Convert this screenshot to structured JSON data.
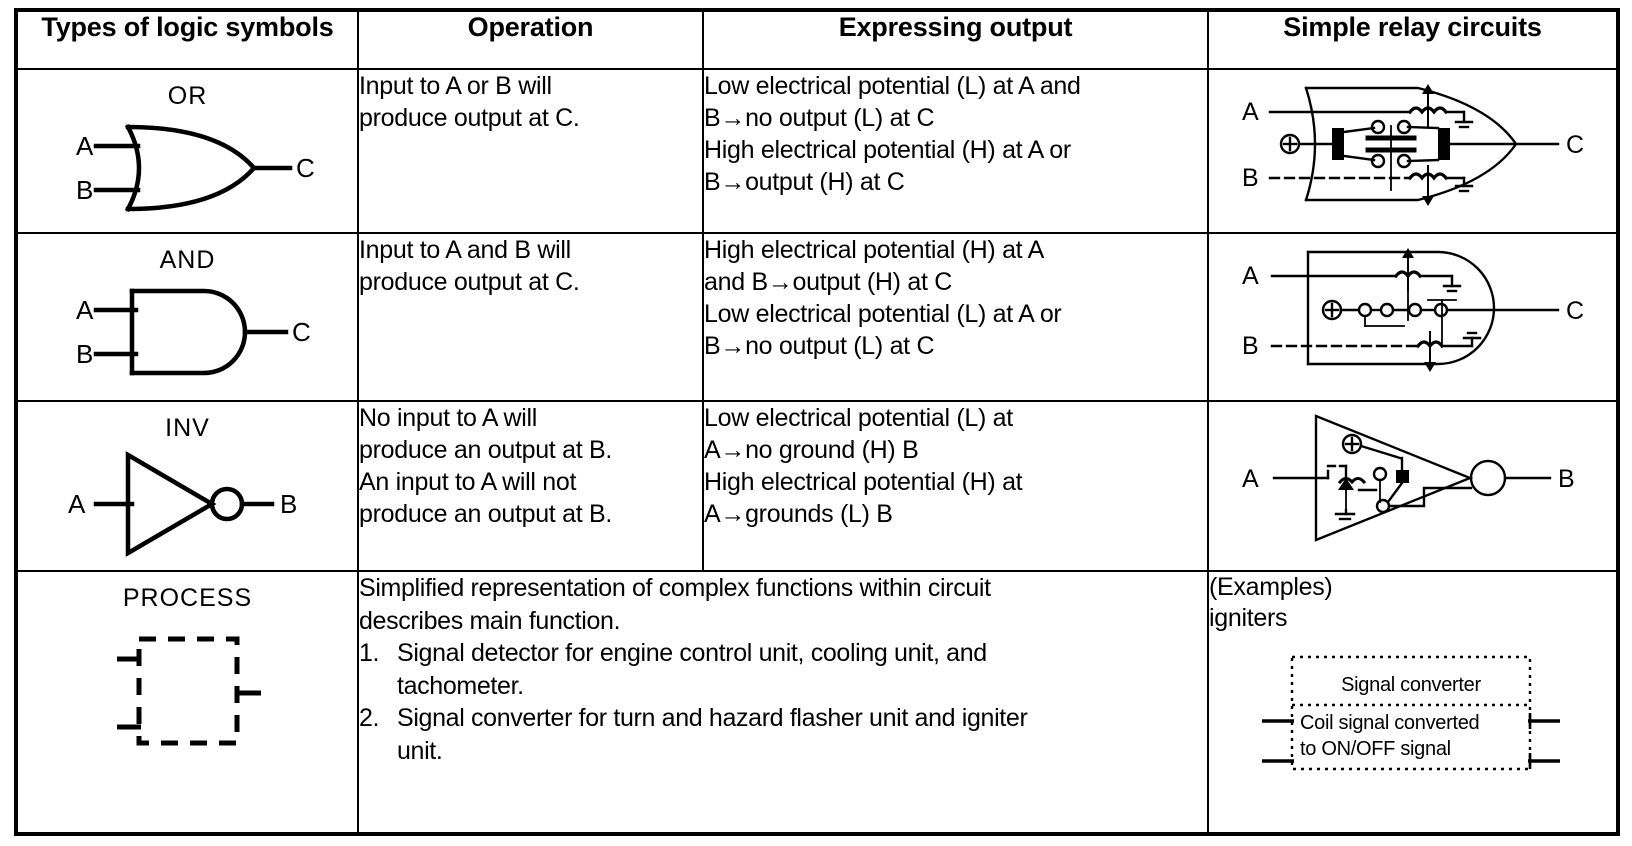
{
  "table": {
    "headers": [
      "Types of logic symbols",
      "Operation",
      "Expressing output",
      "Simple relay circuits"
    ],
    "rows": [
      {
        "symbol_name": "OR",
        "symbol_icon": "or-gate-symbol",
        "symbol_inputs": [
          "A",
          "B"
        ],
        "symbol_output": "C",
        "operation": [
          "Input to A or B will",
          "produce output at C."
        ],
        "expressing_output": [
          "Low electrical potential (L) at A and",
          "B→no output (L) at C",
          "High electrical potential (H) at A or",
          "B→output (H) at C"
        ],
        "relay_icon": "or-relay-circuit",
        "relay_inputs": [
          "A",
          "B"
        ],
        "relay_output": "C"
      },
      {
        "symbol_name": "AND",
        "symbol_icon": "and-gate-symbol",
        "symbol_inputs": [
          "A",
          "B"
        ],
        "symbol_output": "C",
        "operation": [
          "Input to A and B will",
          "produce output at C."
        ],
        "expressing_output": [
          "High electrical potential (H) at A",
          "and B→output (H) at C",
          "Low electrical potential (L) at A or",
          "B→no output (L) at C"
        ],
        "relay_icon": "and-relay-circuit",
        "relay_inputs": [
          "A",
          "B"
        ],
        "relay_output": "C"
      },
      {
        "symbol_name": "INV",
        "symbol_icon": "inverter-gate-symbol",
        "symbol_inputs": [
          "A"
        ],
        "symbol_output": "B",
        "operation": [
          "No input to A will",
          "produce an output at B.",
          "An input to A will not",
          "produce an output at B."
        ],
        "expressing_output": [
          "Low electrical potential (L) at",
          "A→no ground (H) B",
          "High electrical potential (H) at",
          "A→grounds (L) B"
        ],
        "relay_icon": "inverter-relay-circuit",
        "relay_inputs": [
          "A"
        ],
        "relay_output": "B"
      }
    ],
    "process_row": {
      "symbol_name": "PROCESS",
      "symbol_icon": "process-block-symbol",
      "description_lines": [
        "Simplified representation of complex functions within circuit",
        "describes main function."
      ],
      "items": [
        {
          "number": "1.",
          "lines": [
            "Signal detector for engine control unit, cooling unit, and",
            "tachometer."
          ]
        },
        {
          "number": "2.",
          "lines": [
            "Signal converter for turn and hazard flasher unit and igniter",
            "unit."
          ]
        }
      ],
      "examples_label": "(Examples)",
      "examples_value": "igniters",
      "example_diagram": {
        "icon": "signal-converter-block",
        "title": "Signal converter",
        "body_lines": [
          "Coil signal converted",
          "to ON/OFF signal"
        ]
      }
    }
  },
  "colors": {
    "ink": "#000000",
    "paper": "#ffffff"
  }
}
